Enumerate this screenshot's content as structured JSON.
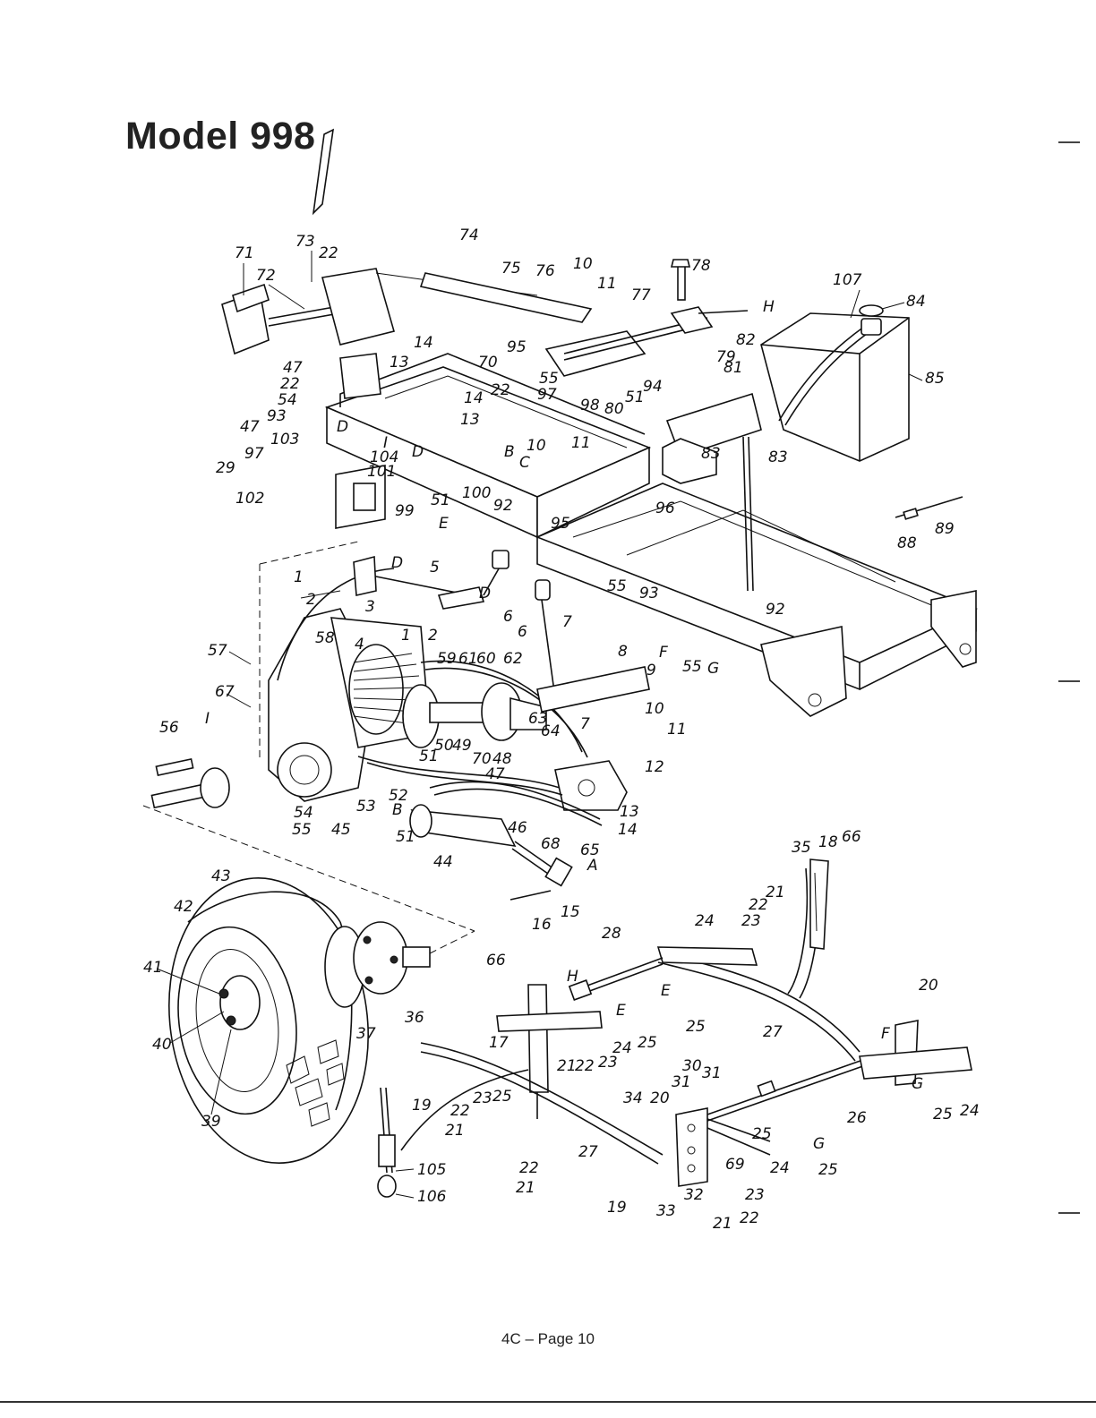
{
  "page": {
    "title": "Model 998",
    "footer": "4C – Page 10"
  },
  "diagram": {
    "callouts": [
      "71",
      "73",
      "22",
      "72",
      "74",
      "75",
      "76",
      "10",
      "11",
      "78",
      "H",
      "107",
      "84",
      "77",
      "14",
      "95",
      "13",
      "70",
      "55",
      "22",
      "97",
      "98",
      "80",
      "51",
      "94",
      "79",
      "82",
      "81",
      "85",
      "47",
      "22",
      "54",
      "93",
      "D",
      "47",
      "103",
      "14",
      "13",
      "B",
      "C",
      "10",
      "11",
      "D",
      "I",
      "83",
      "83",
      "97",
      "104",
      "29",
      "101",
      "102",
      "100",
      "99",
      "51",
      "92",
      "95",
      "96",
      "E",
      "88",
      "89",
      "1",
      "D",
      "5",
      "2",
      "D",
      "6",
      "6",
      "3",
      "1",
      "2",
      "7",
      "55",
      "93",
      "92",
      "57",
      "58",
      "4",
      "F",
      "55",
      "G",
      "59",
      "61",
      "60",
      "62",
      "8",
      "9",
      "67",
      "I",
      "10",
      "11",
      "63",
      "64",
      "7",
      "56",
      "51",
      "50",
      "49",
      "70",
      "48",
      "12",
      "47",
      "54",
      "52",
      "53",
      "B",
      "45",
      "55",
      "51",
      "68",
      "46",
      "13",
      "14",
      "65",
      "44",
      "A",
      "35",
      "18",
      "66",
      "43",
      "16",
      "15",
      "21",
      "22",
      "23",
      "42",
      "24",
      "28",
      "41",
      "66",
      "H",
      "E",
      "25",
      "27",
      "40",
      "39",
      "37",
      "36",
      "E",
      "24",
      "25",
      "17",
      "21",
      "22",
      "23",
      "F",
      "20",
      "19",
      "30",
      "31",
      "31",
      "G",
      "25",
      "24",
      "23",
      "22",
      "25",
      "34",
      "20",
      "26",
      "21",
      "27",
      "25",
      "24",
      "G",
      "25",
      "105",
      "19",
      "69",
      "23",
      "22",
      "21",
      "33",
      "32",
      "106",
      "21",
      "22"
    ]
  }
}
